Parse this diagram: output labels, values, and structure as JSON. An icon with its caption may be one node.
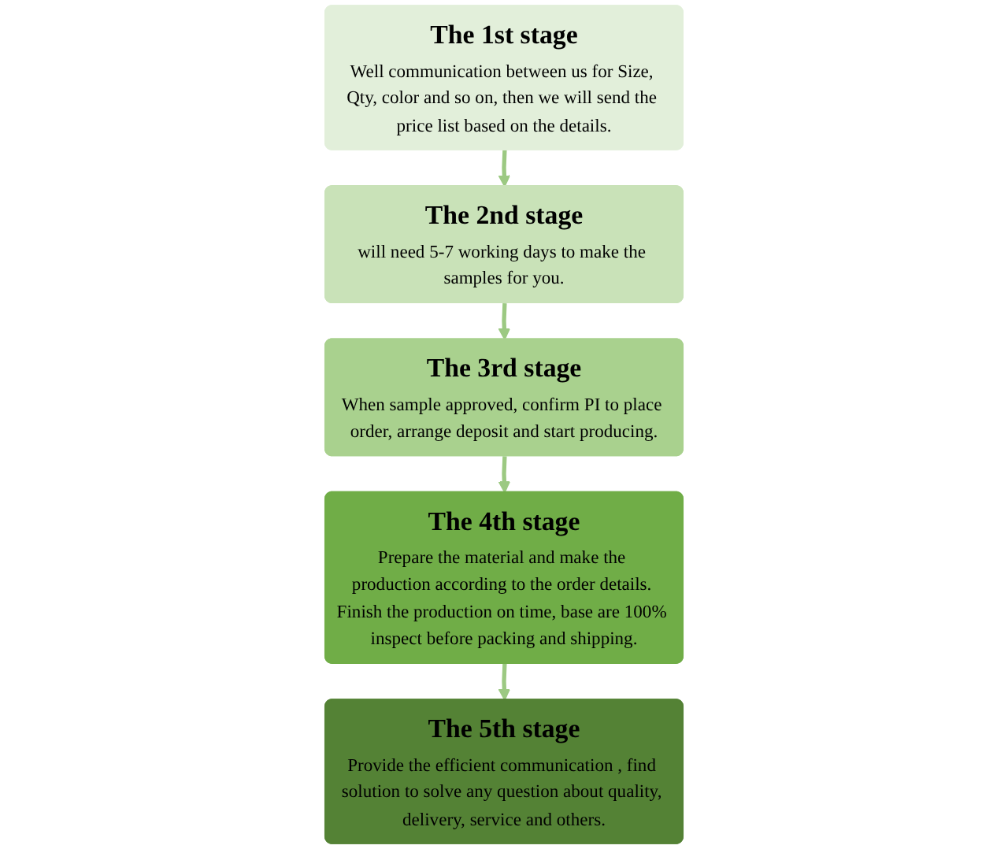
{
  "diagram": {
    "nodes": [
      {
        "text": [
          "The 1st stage",
          "Well communication between us for Size, Qty, color and so on, then we will send the price list based on the details."
        ]
      },
      {
        "text": [
          "The 2nd stage",
          "will need 5-7 working days to make the samples for you."
        ]
      },
      {
        "text": [
          "The 3rd stage",
          "When sample approved, confirm PI to place order, arrange deposit and start producing."
        ]
      },
      {
        "text": [
          "The 4th stage",
          "Prepare the material and make the production according to the order details. Finish the production on time, base are 100% inspect before packing and shipping."
        ]
      },
      {
        "text": [
          "The 5th stage",
          "Provide the efficient communication , find solution to solve any question about quality, delivery, service and others."
        ]
      }
    ],
    "edges": [
      {
        "from": 0,
        "to": 1,
        "arrow": "to"
      },
      {
        "from": 1,
        "to": 2,
        "arrow": "to"
      },
      {
        "from": 2,
        "to": 3,
        "arrow": "to"
      },
      {
        "from": 3,
        "to": 4,
        "arrow": "to"
      }
    ]
  }
}
